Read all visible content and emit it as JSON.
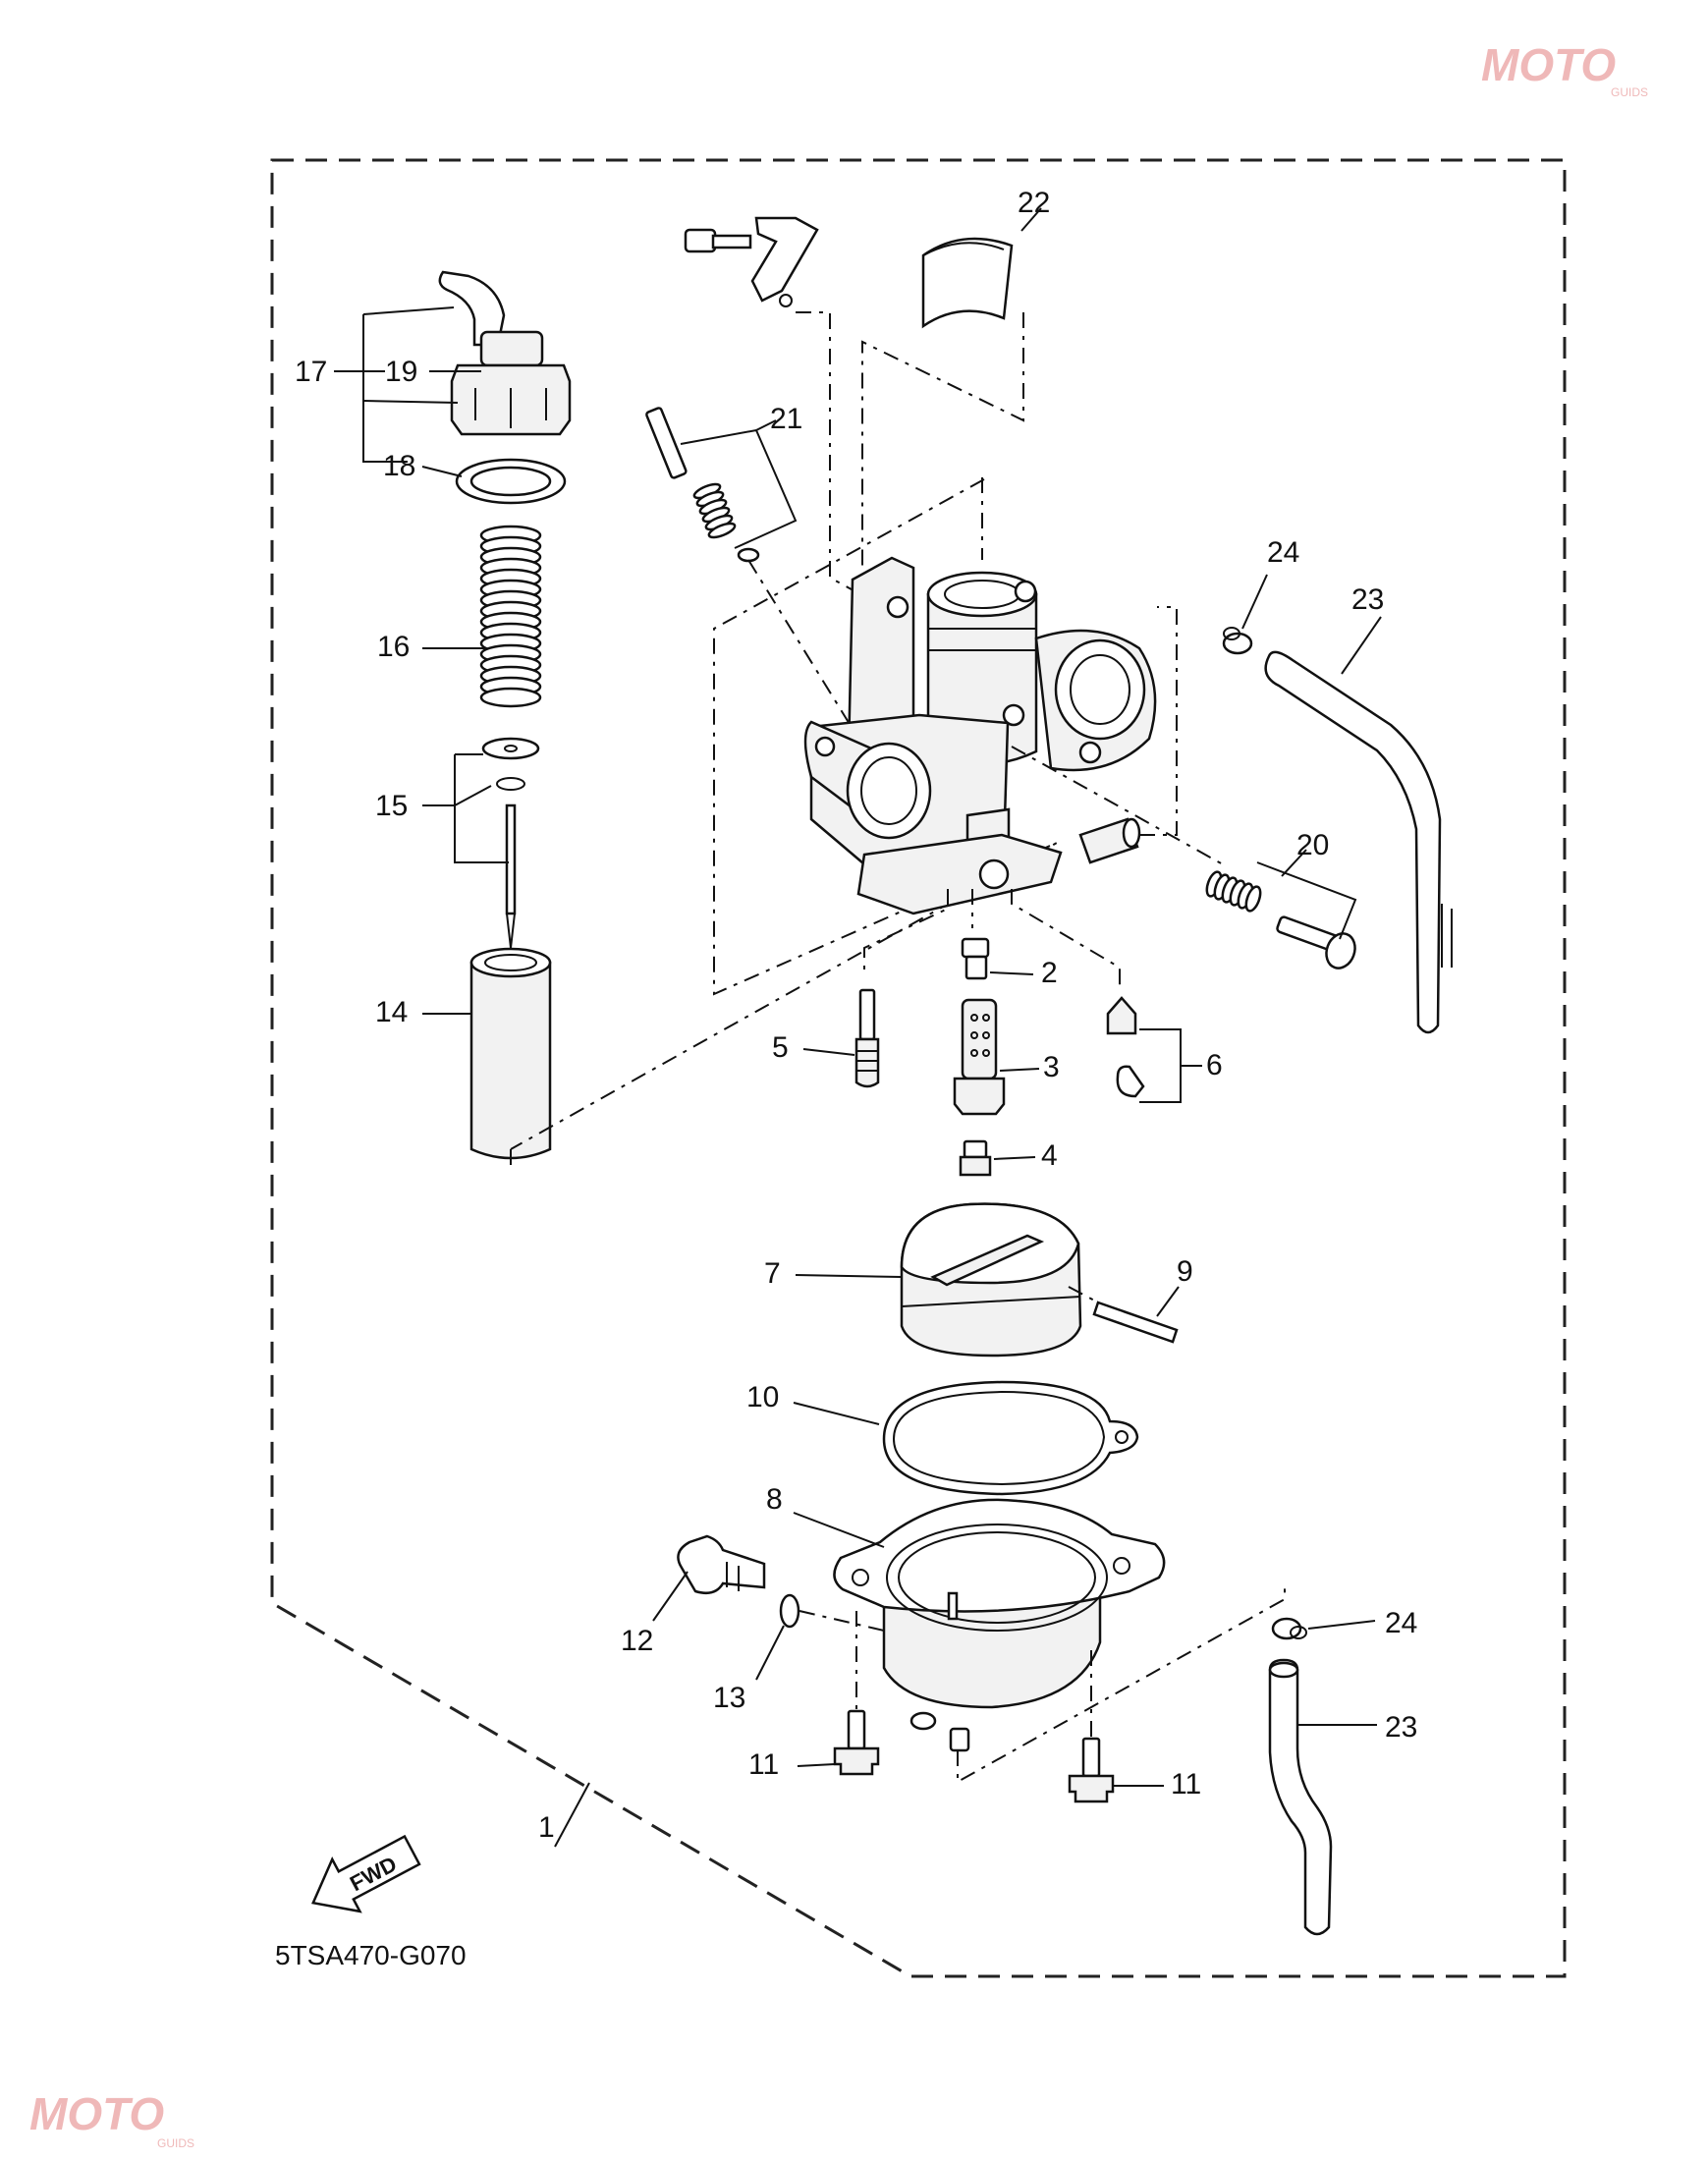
{
  "diagram_code": "5TSA470-G070",
  "fwd_label": "FWD",
  "watermark": {
    "brand": "MOTO",
    "sub": "GUIDS"
  },
  "labels": [
    {
      "id": "lbl-1",
      "text": "1"
    },
    {
      "id": "lbl-2",
      "text": "2"
    },
    {
      "id": "lbl-3",
      "text": "3"
    },
    {
      "id": "lbl-4",
      "text": "4"
    },
    {
      "id": "lbl-5",
      "text": "5"
    },
    {
      "id": "lbl-6",
      "text": "6"
    },
    {
      "id": "lbl-7",
      "text": "7"
    },
    {
      "id": "lbl-8",
      "text": "8"
    },
    {
      "id": "lbl-9",
      "text": "9"
    },
    {
      "id": "lbl-10",
      "text": "10"
    },
    {
      "id": "lbl-11a",
      "text": "11"
    },
    {
      "id": "lbl-11b",
      "text": "11"
    },
    {
      "id": "lbl-12",
      "text": "12"
    },
    {
      "id": "lbl-13",
      "text": "13"
    },
    {
      "id": "lbl-14",
      "text": "14"
    },
    {
      "id": "lbl-15",
      "text": "15"
    },
    {
      "id": "lbl-16",
      "text": "16"
    },
    {
      "id": "lbl-17",
      "text": "17"
    },
    {
      "id": "lbl-18",
      "text": "18"
    },
    {
      "id": "lbl-19",
      "text": "19"
    },
    {
      "id": "lbl-20",
      "text": "20"
    },
    {
      "id": "lbl-21",
      "text": "21"
    },
    {
      "id": "lbl-22",
      "text": "22"
    },
    {
      "id": "lbl-23a",
      "text": "23"
    },
    {
      "id": "lbl-23b",
      "text": "23"
    },
    {
      "id": "lbl-24a",
      "text": "24"
    },
    {
      "id": "lbl-24b",
      "text": "24"
    }
  ]
}
